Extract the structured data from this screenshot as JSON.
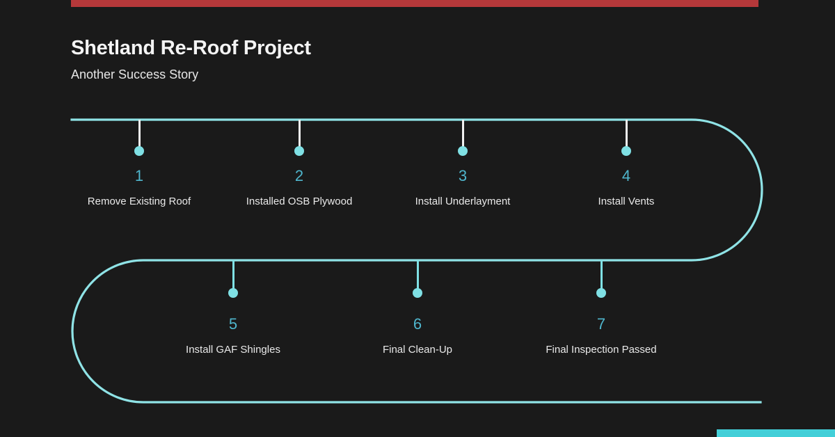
{
  "header": {
    "title": "Shetland Re-Roof Project",
    "subtitle": "Another Success Story"
  },
  "colors": {
    "background": "#1a1a1a",
    "top_accent": "#b5383a",
    "bottom_accent": "#43cfd8",
    "path": "#8fe3e6",
    "dot": "#7fe0e4",
    "number": "#4fb6cd",
    "label": "#e9e9e9",
    "stem_row1": "#f0f0f0",
    "stem_row2": "#7fe0e4"
  },
  "timeline": {
    "row1": [
      {
        "number": "1",
        "label": "Remove Existing Roof"
      },
      {
        "number": "2",
        "label": "Installed OSB Plywood"
      },
      {
        "number": "3",
        "label": "Install Underlayment"
      },
      {
        "number": "4",
        "label": "Install Vents"
      }
    ],
    "row2": [
      {
        "number": "5",
        "label": "Install GAF Shingles"
      },
      {
        "number": "6",
        "label": "Final Clean-Up"
      },
      {
        "number": "7",
        "label": "Final Inspection Passed"
      }
    ]
  }
}
